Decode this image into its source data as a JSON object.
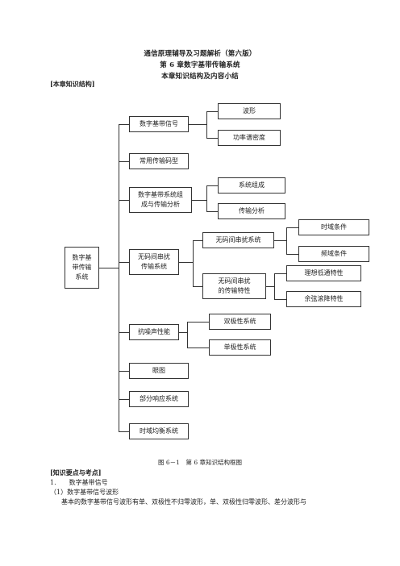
{
  "header": {
    "line1": "通信原理辅导及习题解析（第六版）",
    "line2": "第 6 章数字基带传输系统",
    "line3": "本章知识结构及内容小结"
  },
  "section1": "[本章知识结构]",
  "diagram": {
    "root": [
      "数字基",
      "带传输",
      "系统"
    ],
    "level1": {
      "n1": [
        "数字基带信号"
      ],
      "n2": [
        "常用传输码型"
      ],
      "n3": [
        "数字基带系统组",
        "成与传输分析"
      ],
      "n4": [
        "无码间串扰",
        "传输系统"
      ],
      "n5": [
        "抗噪声性能"
      ],
      "n6": [
        "眼图"
      ],
      "n7": [
        "部分响应系统"
      ],
      "n8": [
        "时域均衡系统"
      ]
    },
    "level2": {
      "a1": "波形",
      "a2": "功率谱密度",
      "b1": "系统组成",
      "b2": "传输分析",
      "c1": "无码间串扰系统",
      "c2": [
        "无码间串扰",
        "的传输特性"
      ],
      "d1": "双极性系统",
      "d2": "单极性系统"
    },
    "level3": {
      "e1": "时域条件",
      "e2": "频域条件",
      "f1": "理想低通特性",
      "f2": "余弦滚降特性"
    },
    "caption": "图 6－1　第 6 章知识结构框图"
  },
  "section2": "[知识要点与考点]",
  "body": {
    "item1": "1.　　数字基带信号",
    "item1_1": "（1）数字基带信号波形",
    "para": "基本的数字基带信号波形有单、双极性不归零波形，单、双极性归零波形、差分波形与"
  }
}
